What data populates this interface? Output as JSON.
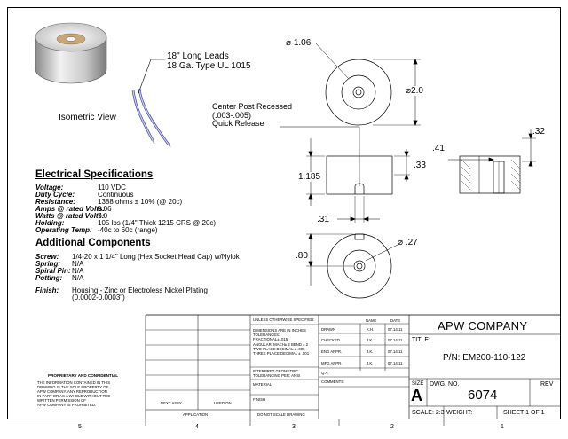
{
  "isometric": {
    "leads_line1": "18\" Long Leads",
    "leads_line2": "18 Ga. Type UL 1015",
    "view_label": "Isometric View"
  },
  "top_view": {
    "dim_inner": "1.06",
    "dim_outer": "2.0"
  },
  "callout": {
    "line1": "Center Post Recessed",
    "line2": "(.003-.005)",
    "line3": "Quick Release"
  },
  "side_view": {
    "dim_height": "1.185",
    "dim_slot": ".33",
    "dim_gap": ".31"
  },
  "section_view": {
    "dim_left": ".41",
    "dim_right": ".32"
  },
  "bottom_view": {
    "dim_left": ".80",
    "dim_hole": ".27"
  },
  "electrical": {
    "heading": "Electrical Specifications",
    "rows": [
      {
        "label": "Voltage:",
        "value": "110 VDC"
      },
      {
        "label": "Duty Cycle:",
        "value": "Continuous"
      },
      {
        "label": "Resistance:",
        "value": "1388 ohms ± 10% (@ 20c)"
      },
      {
        "label": "Amps @ rated Volts:",
        "value": "0.06"
      },
      {
        "label": "Watts @ rated Volts:",
        "value": "7.0"
      },
      {
        "label": "Holding:",
        "value": "105 lbs (1/4\" Thick 1215 CRS @ 20c)"
      },
      {
        "label": "Operating Temp:",
        "value": "-40c to 60c (range)"
      }
    ]
  },
  "components": {
    "heading": "Additional Components",
    "rows": [
      {
        "label": "Screw:",
        "value": "1/4-20 x 1 1/4\" Long (Hex Socket Head Cap) w/Nylok"
      },
      {
        "label": "Spring:",
        "value": "N/A"
      },
      {
        "label": "Spiral Pin:",
        "value": "N/A"
      },
      {
        "label": "Potting:",
        "value": "N/A"
      }
    ],
    "finish_label": "Finish:",
    "finish_line1": "Housing - Zinc or Electroless Nickel Plating",
    "finish_line2": "(0.0002-0.0003\")"
  },
  "title_block": {
    "proprietary_title": "PROPRIETARY AND CONFIDENTIAL",
    "proprietary_text": [
      "THE INFORMATION CONTAINED IN THIS",
      "DRAWING IS THE SOLE PROPERTY OF",
      "APW COMPANY.  ANY REPRODUCTION",
      "IN PART OR AS A WHOLE WITHOUT THE",
      "WRITTEN PERMISSION OF",
      "APW COMPANY IS PROHIBITED."
    ],
    "next_assy": "NEXT ASSY",
    "used_on": "USED ON",
    "application": "APPLICATION",
    "unless": "UNLESS OTHERWISE SPECIFIED:",
    "tolerances": [
      "DIMENSIONS ARE IN INCHES",
      "TOLERANCES:",
      "FRACTIONAL±  .015",
      "ANGULAR: MACH±  2    BEND ±  2",
      "TWO PLACE DECIMAL    ±  .005",
      "THREE PLACE DECIMAL  ±  .001"
    ],
    "interpret": [
      "INTERPRET GEOMETRIC",
      "TOLERANCING PER: ANSI"
    ],
    "material": "MATERIAL",
    "finish": "FINISH",
    "do_not_scale": "DO NOT SCALE DRAWING",
    "name_hdr": "NAME",
    "date_hdr": "DATE",
    "approvals": [
      {
        "role": "DRAWN",
        "name": "K.H.",
        "date": "07.14.11"
      },
      {
        "role": "CHECKED",
        "name": "J.K.",
        "date": "07.14.11"
      },
      {
        "role": "ENG APPR.",
        "name": "J.K.",
        "date": "07.14.11"
      },
      {
        "role": "MFG APPR.",
        "name": "J.K.",
        "date": "07.14.11"
      }
    ],
    "qa": "Q.A.",
    "comments": "COMMENTS:",
    "company": "APW COMPANY",
    "title_label": "TITLE:",
    "part_number": "P/N: EM200-110-122",
    "size_label": "SIZE",
    "size_value": "A",
    "dwg_label": "DWG.  NO.",
    "dwg_value": "6074",
    "rev_label": "REV",
    "scale": "SCALE: 2:3",
    "weight": "WEIGHT:",
    "sheet": "SHEET 1 OF 1"
  },
  "zones": [
    "5",
    "4",
    "3",
    "2",
    "1"
  ]
}
